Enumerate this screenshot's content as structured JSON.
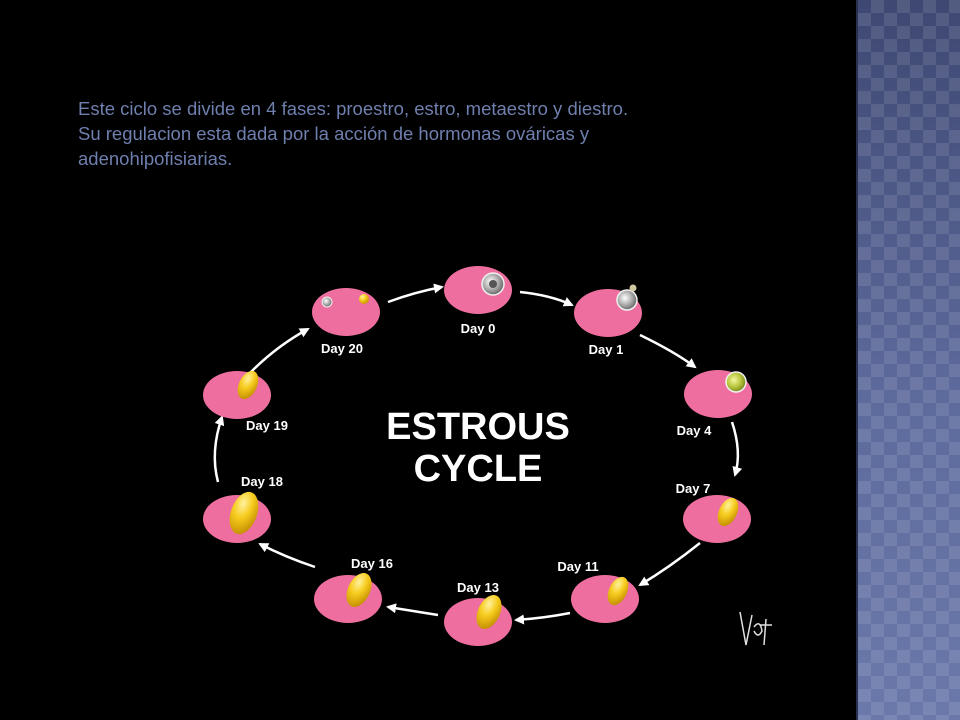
{
  "text": {
    "line1": "Este ciclo se divide en 4 fases: proestro, estro, metaestro y diestro.",
    "line2": "Su regulacion esta dada por la acción de hormonas ováricas y",
    "line3": "adenohipofisiarias."
  },
  "diagram": {
    "title_line1": "ESTROUS",
    "title_line2": "CYCLE",
    "stages": [
      {
        "label": "Day 0",
        "structure": "follicle"
      },
      {
        "label": "Day 1",
        "structure": "ovulating-follicle"
      },
      {
        "label": "Day 4",
        "structure": "early-corpus-luteum"
      },
      {
        "label": "Day 7",
        "structure": "corpus-luteum"
      },
      {
        "label": "Day 11",
        "structure": "corpus-luteum"
      },
      {
        "label": "Day 13",
        "structure": "corpus-luteum"
      },
      {
        "label": "Day 16",
        "structure": "corpus-luteum"
      },
      {
        "label": "Day 18",
        "structure": "corpus-luteum"
      },
      {
        "label": "Day 19",
        "structure": "corpus-luteum"
      },
      {
        "label": "Day 20",
        "structure": "follicle-and-regressing-corpus-luteum"
      }
    ],
    "colors": {
      "ovary": "#ee6f9f",
      "corpus_luteum": "#f5c518",
      "arrow": "#ffffff",
      "text": "#6f7fae"
    }
  }
}
